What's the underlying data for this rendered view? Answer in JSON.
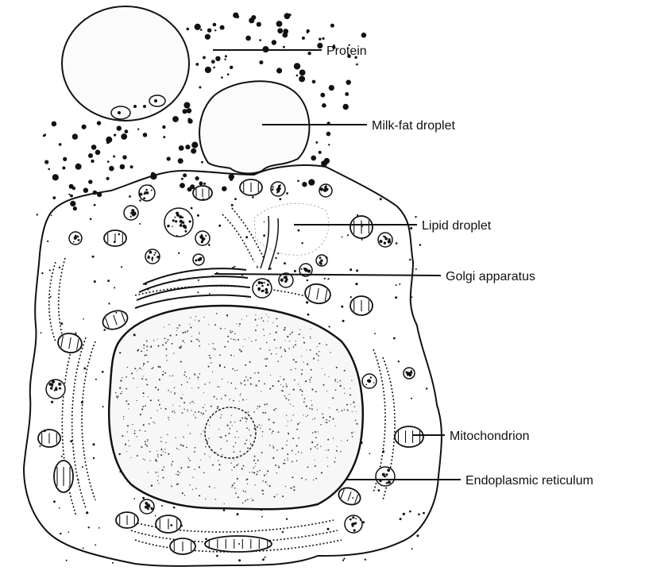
{
  "diagram": {
    "labels": {
      "protein": "Protein",
      "milk_fat_droplet": "Milk-fat droplet",
      "lipid_droplet": "Lipid droplet",
      "golgi_apparatus": "Golgi apparatus",
      "mitochondrion": "Mitochondrion",
      "endoplasmic_reticulum": "Endoplasmic reticulum"
    },
    "colors": {
      "ink": "#111111",
      "background": "#ffffff",
      "nucleus_fill": "#f7f7f7",
      "droplet_fill": "#fbfbfb"
    }
  }
}
